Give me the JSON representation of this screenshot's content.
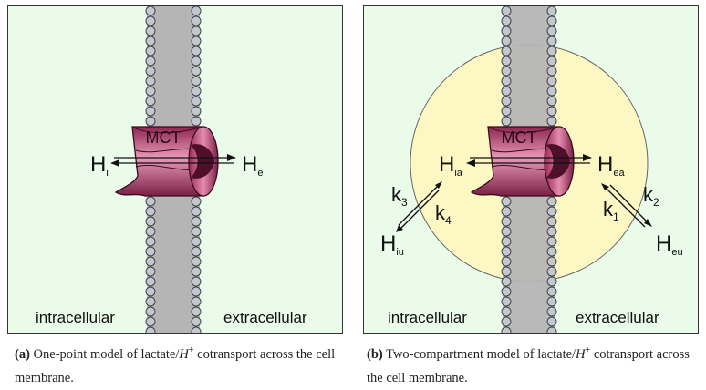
{
  "panel_a": {
    "mct_label": "MCT",
    "hi_base": "H",
    "hi_sub": "i",
    "he_base": "H",
    "he_sub": "e",
    "intracellular": "intracellular",
    "extracellular": "extracellular",
    "caption_tag": "(a)",
    "caption_pre": "One-point model of lactate/",
    "caption_h": "H",
    "caption_sup": "+",
    "caption_post": " cotransport across the cell membrane."
  },
  "panel_b": {
    "mct_label": "MCT",
    "hia_base": "H",
    "hia_sub": "ia",
    "hea_base": "H",
    "hea_sub": "ea",
    "hiu_base": "H",
    "hiu_sub": "iu",
    "heu_base": "H",
    "heu_sub": "eu",
    "k1_base": "k",
    "k1_sub": "1",
    "k2_base": "k",
    "k2_sub": "2",
    "k3_base": "k",
    "k3_sub": "3",
    "k4_base": "k",
    "k4_sub": "4",
    "intracellular": "intracellular",
    "extracellular": "extracellular",
    "caption_tag": "(b)",
    "caption_pre": "Two-compartment model of lactate/",
    "caption_h": "H",
    "caption_sup": "+",
    "caption_post": " cotransport across the cell membrane."
  },
  "colors": {
    "panel_bg": "#eafbe9",
    "membrane_core": "#b7b7b7",
    "lipid_head": "#bfc3cc",
    "transporter": "#a8305e",
    "compartment": "#fdf7c4"
  }
}
